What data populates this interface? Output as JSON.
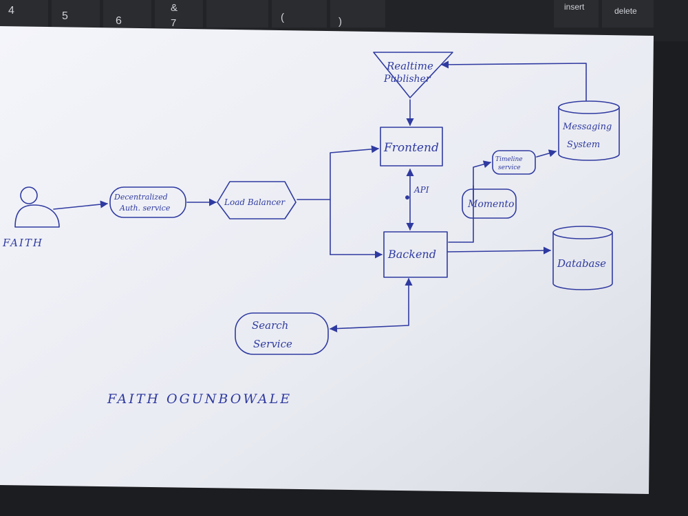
{
  "keyboard": {
    "k4": "4",
    "k5": "5",
    "k6": "6",
    "amp": "&",
    "k7": "7",
    "lparen": "(",
    "rparen": ")",
    "insert": "insert",
    "delete": "delete"
  },
  "labels": {
    "user": "FAITH",
    "auth_line1": "Decentralized",
    "auth_line2": "Auth. service",
    "load_balancer": "Load Balancer",
    "frontend": "Frontend",
    "backend": "Backend",
    "api": "API",
    "publisher_line1": "Realtime",
    "publisher_line2": "Publisher",
    "momento": "Momento",
    "timeline_line1": "Timeline",
    "timeline_line2": "service",
    "messaging_line1": "Messaging",
    "messaging_line2": "System",
    "database": "Database",
    "search_line1": "Search",
    "search_line2": "Service",
    "author": "FAITH OGUNBOWALE"
  },
  "colors": {
    "ink": "#2f3aa0",
    "paper": "#eceef4",
    "background": "#1c1d20"
  }
}
